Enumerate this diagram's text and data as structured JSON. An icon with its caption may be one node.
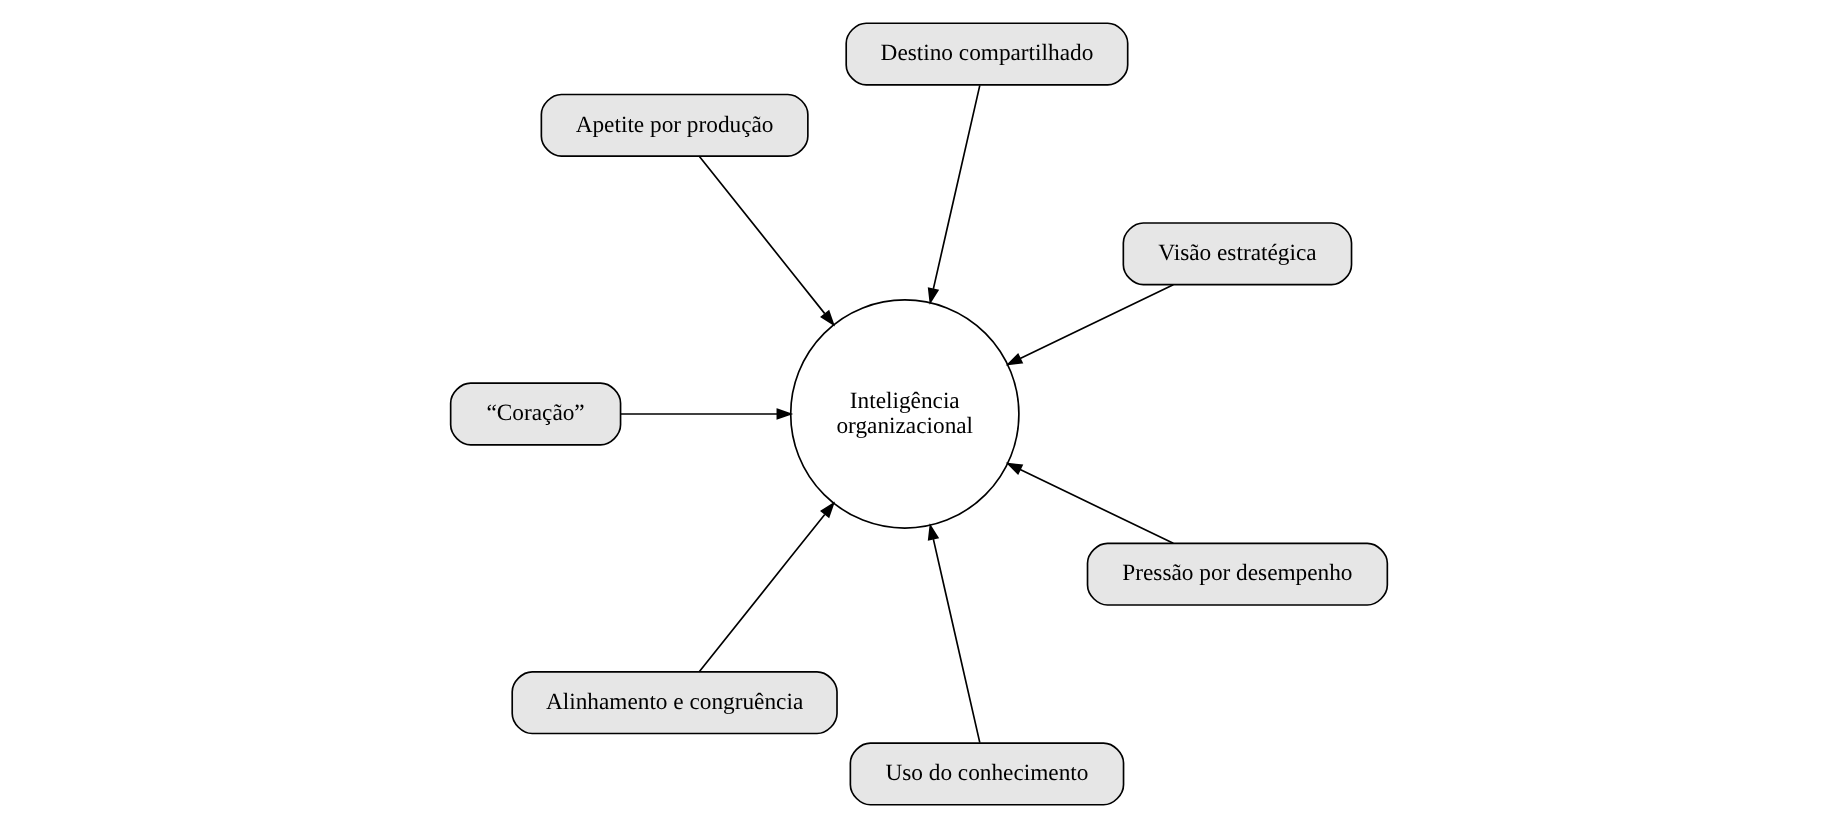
{
  "diagram": {
    "nodes": [
      {
        "text": [
          "Visão estratégica"
        ]
      },
      {
        "text": [
          "Destino compartilhado"
        ]
      },
      {
        "text": [
          "Apetite por produção"
        ]
      },
      {
        "text": [
          "Inteligência organizacional"
        ]
      },
      {
        "text": [
          "“Coração”"
        ]
      },
      {
        "text": [
          "Alinhamento e congruência"
        ]
      },
      {
        "text": [
          "Uso do conhecimento"
        ]
      },
      {
        "text": [
          "Pressão por desempenho"
        ]
      }
    ],
    "edges": [
      {
        "from": 0,
        "to": 3,
        "arrow": "to"
      },
      {
        "from": 1,
        "to": 3,
        "arrow": "to"
      },
      {
        "from": 2,
        "to": 3,
        "arrow": "to"
      },
      {
        "from": 4,
        "to": 3,
        "arrow": "to"
      },
      {
        "from": 5,
        "to": 3,
        "arrow": "to"
      },
      {
        "from": 6,
        "to": 3,
        "arrow": "to"
      },
      {
        "from": 7,
        "to": 3,
        "arrow": "to"
      }
    ]
  }
}
